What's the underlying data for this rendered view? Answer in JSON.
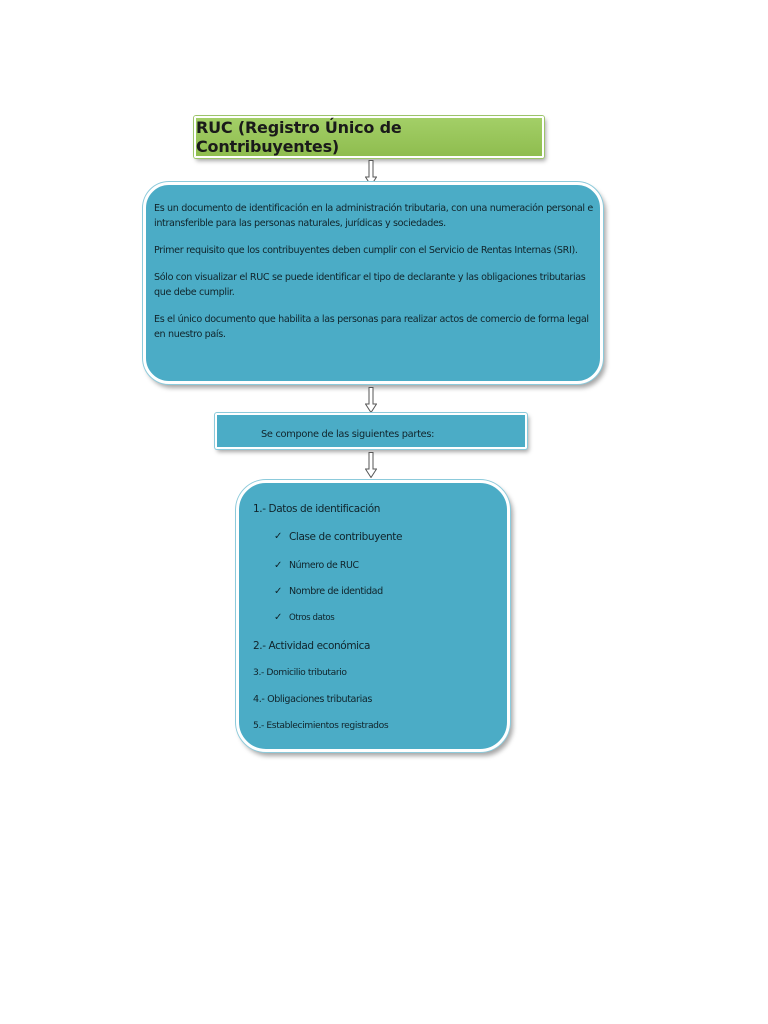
{
  "title": "RUC (Registro Único de Contribuyentes)",
  "description": [
    "Es un documento de identificación en la administración tributaria, con una numeración personal e intransferible para las personas naturales, jurídicas y sociedades.",
    "Primer requisito que los contribuyentes deben cumplir con el Servicio de Rentas Internas (SRI).",
    "Sólo con visualizar el RUC se puede identificar el tipo de declarante y las obligaciones tributarias que debe cumplir.",
    "Es el único documento que habilita a las personas para realizar actos de comercio de forma legal en nuestro país."
  ],
  "parts_heading": "Se compone de las siguientes partes:",
  "components": {
    "item1": "1.- Datos de identificación",
    "subitems": [
      "Clase de contribuyente",
      "Número de RUC",
      "Nombre de identidad",
      "Otros datos"
    ],
    "item2": "2.- Actividad económica",
    "item3": "3.- Domicilio tributario",
    "item4": "4.- Obligaciones tributarias",
    "item5": "5.- Establecimientos registrados",
    "check_symbol": "✓"
  },
  "colors": {
    "title_fill": "#9bc85e",
    "box_fill": "#4bacc6",
    "border": "#ffffff"
  }
}
